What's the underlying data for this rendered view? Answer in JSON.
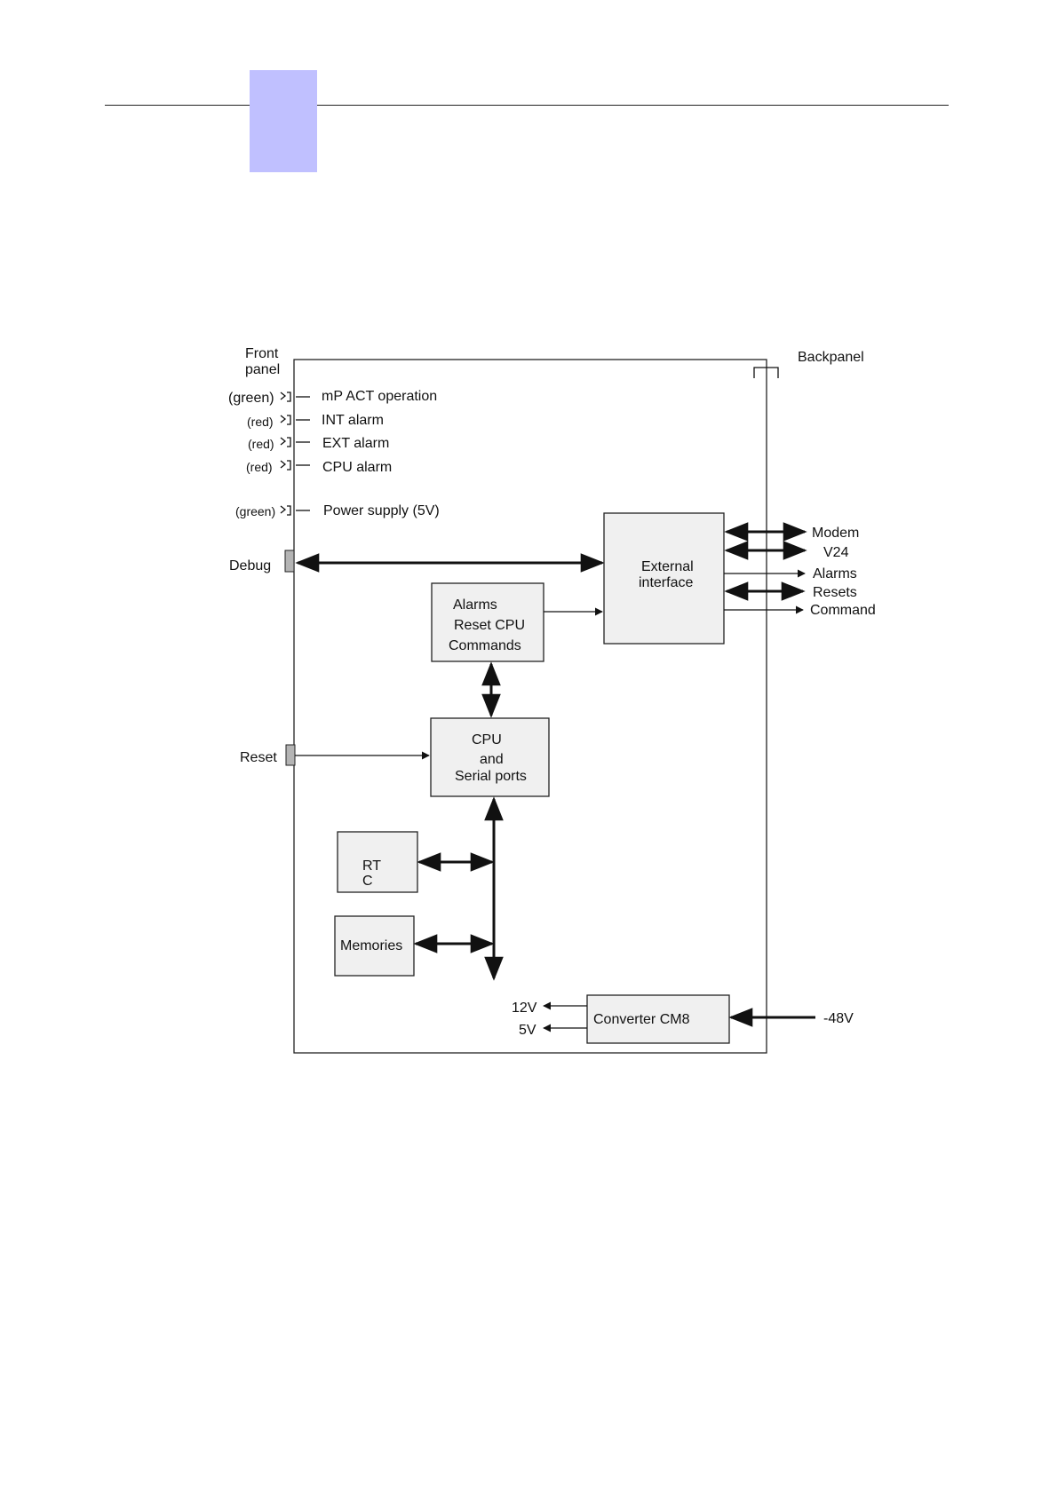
{
  "colors": {
    "header_tab": "#c0c0ff",
    "box_fill": "#f0f0f0",
    "connector_fill": "#b4b4b4",
    "line": "#111111"
  },
  "labels": {
    "front_panel_line1": "Front",
    "front_panel_line2": "panel",
    "backpanel": "Backpanel",
    "led_green_1": "(green)",
    "led_red_1": "(red)",
    "led_red_2": "(red)",
    "led_red_3": "(red)",
    "led_green_2": "(green)",
    "led_act": "mP ACT operation",
    "led_int": "INT alarm",
    "led_ext": "EXT alarm",
    "led_cpu": "CPU alarm",
    "led_power": "Power supply (5V)",
    "debug": "Debug",
    "reset": "Reset",
    "ext_interface_1": "External",
    "ext_interface_2": "interface",
    "alarms_box_1": "Alarms",
    "alarms_box_2": "Reset CPU",
    "alarms_box_3": "Commands",
    "cpu_box_1": "CPU",
    "cpu_box_2": "and",
    "cpu_box_3": "Serial ports",
    "rtc_1": "RT",
    "rtc_2": "C",
    "memories": "Memories",
    "converter": "Converter CM8",
    "out_12v": "12V",
    "out_5v": "5V",
    "in_48v": "-48V",
    "sig_modem": "Modem",
    "sig_v24": "V24",
    "sig_alarms": "Alarms",
    "sig_resets": "Resets",
    "sig_command": "Command"
  }
}
